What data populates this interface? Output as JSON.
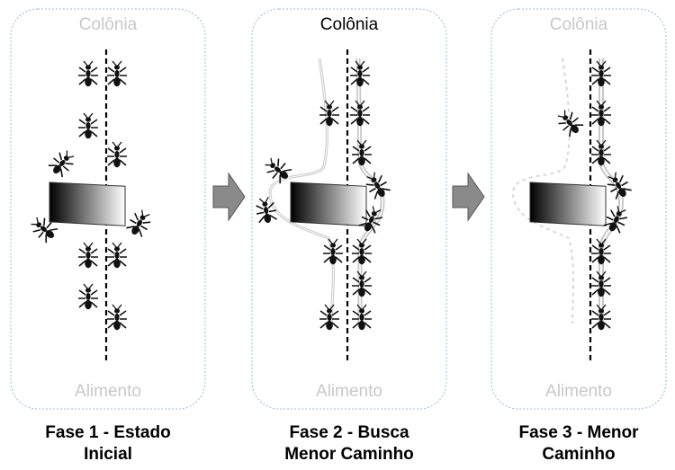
{
  "panels": [
    {
      "top_label": "Colônia",
      "bottom_label": "Alimento",
      "caption_line1": "Fase 1 - Estado",
      "caption_line2": "Inicial",
      "top_active": false
    },
    {
      "top_label": "Colônia",
      "bottom_label": "Alimento",
      "caption_line1": "Fase 2 - Busca",
      "caption_line2": "Menor Caminho",
      "top_active": true
    },
    {
      "top_label": "Colônia",
      "bottom_label": "Alimento",
      "caption_line1": "Fase 3 - Menor",
      "caption_line2": "Caminho",
      "top_active": false
    }
  ],
  "icons": {
    "arrow": "right-arrow-icon",
    "ant": "ant-icon",
    "obstacle": "gradient-block"
  },
  "colors": {
    "border": "#9db8d9",
    "muted_text": "#c8c8c8",
    "arrow_fill": "#8a8a8a",
    "trail": "#d0d0d0"
  }
}
